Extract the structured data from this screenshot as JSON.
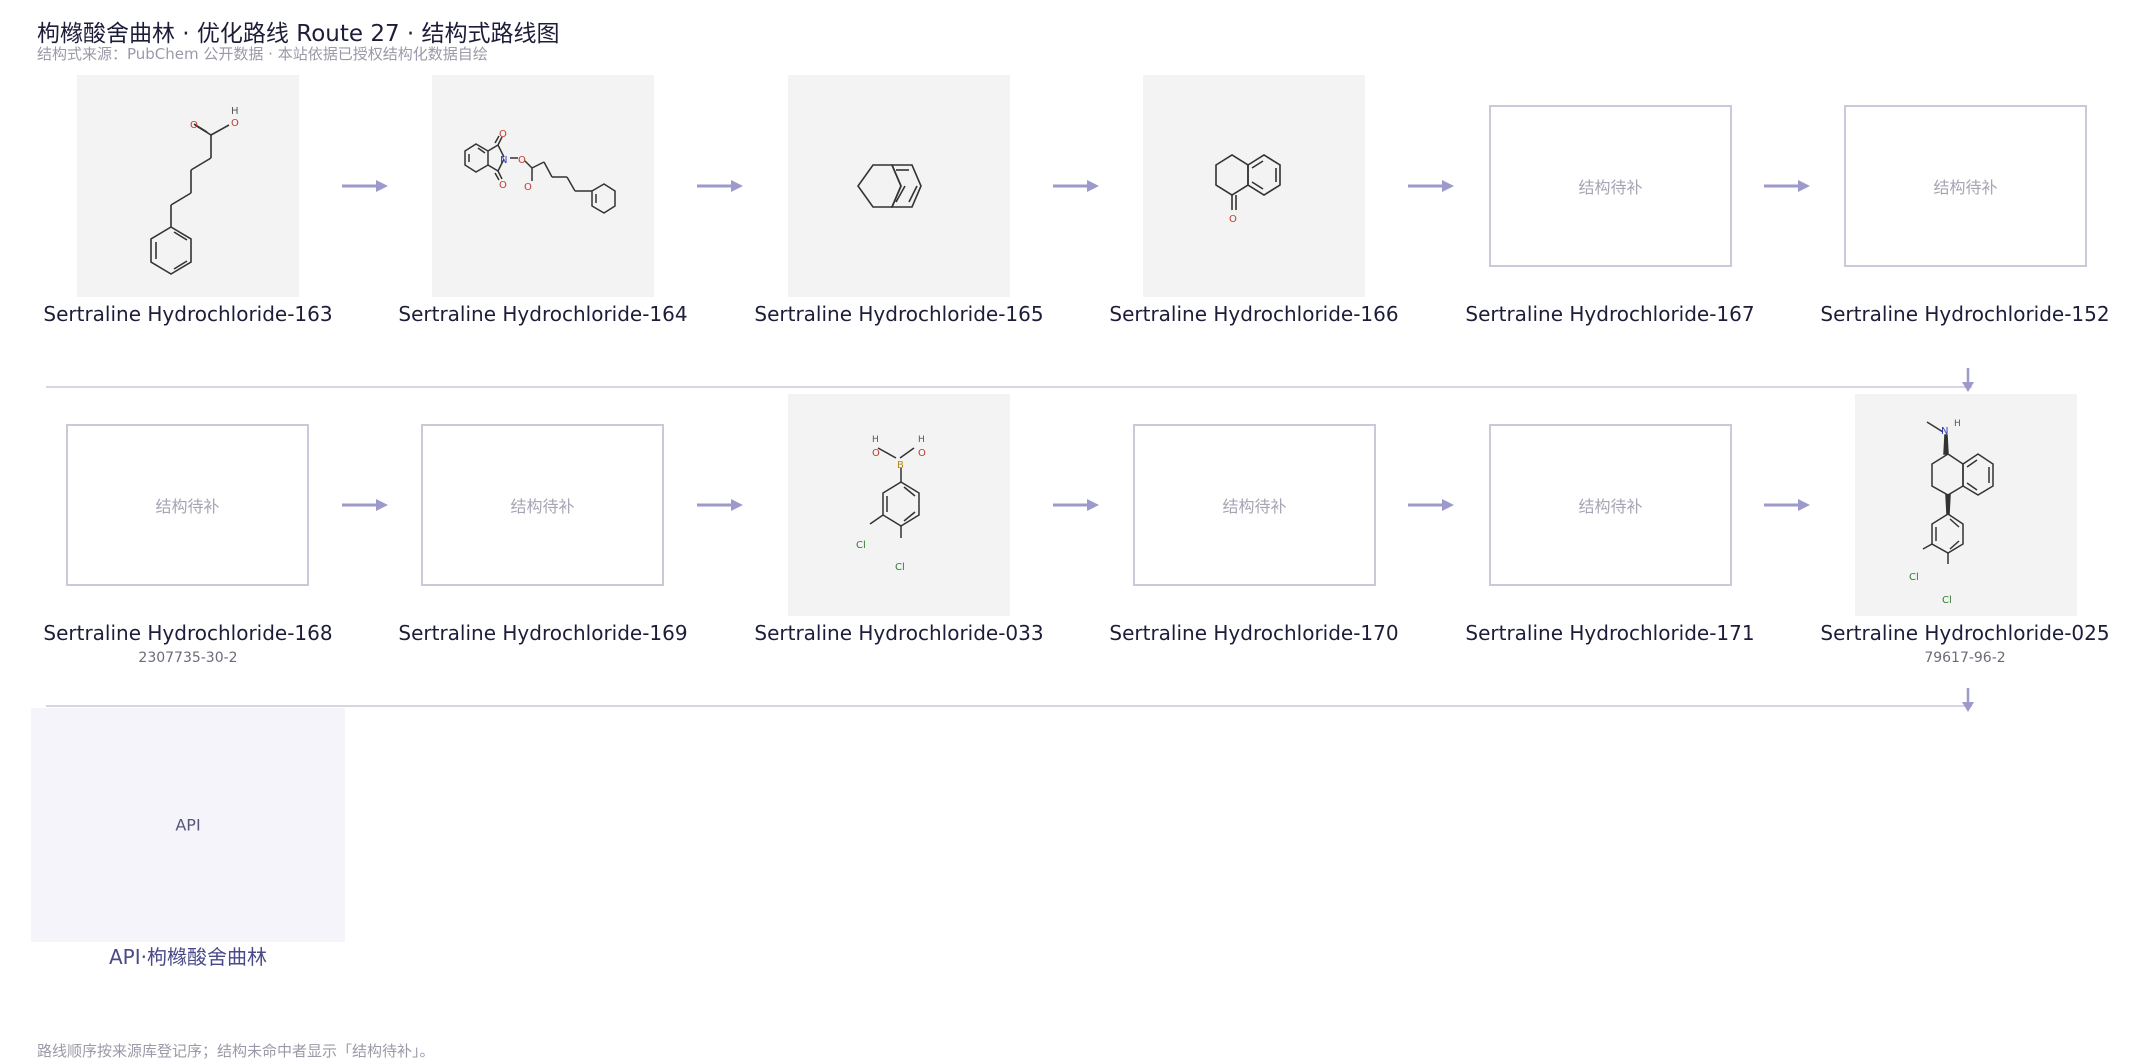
{
  "title": "枸橼酸舍曲林 · 优化路线 Route 27 · 结构式路线图",
  "subtitle": "结构式来源：PubChem 公开数据 · 本站依据已授权结构化数据自绘",
  "footer_note": "路线顺序按来源库登记序；结构未命中者显示「结构待补」。",
  "placeholder_text": "结构待补",
  "colors": {
    "arrow": "#9c9acb",
    "placeholder_border": "#c9c9d9",
    "struct_bg": "#f3f3f3",
    "api_bg": "#f5f4fb"
  },
  "steps": [
    {
      "name": "Sertraline Hydrochloride-163",
      "cas": "",
      "structure": "5-phenylpentanoic acid"
    },
    {
      "name": "Sertraline Hydrochloride-164",
      "cas": "",
      "structure": "N-(5-phenylpentanoyloxy)phthalimide"
    },
    {
      "name": "Sertraline Hydrochloride-165",
      "cas": "",
      "structure": "tetralin"
    },
    {
      "name": "Sertraline Hydrochloride-166",
      "cas": "",
      "structure": "1-tetralone"
    },
    {
      "name": "Sertraline Hydrochloride-167",
      "cas": "",
      "structure": ""
    },
    {
      "name": "Sertraline Hydrochloride-152",
      "cas": "",
      "structure": ""
    },
    {
      "name": "Sertraline Hydrochloride-168",
      "cas": "2307735-30-2",
      "structure": ""
    },
    {
      "name": "Sertraline Hydrochloride-169",
      "cas": "",
      "structure": ""
    },
    {
      "name": "Sertraline Hydrochloride-033",
      "cas": "",
      "structure": "3,4-dichlorophenylboronic acid"
    },
    {
      "name": "Sertraline Hydrochloride-170",
      "cas": "",
      "structure": ""
    },
    {
      "name": "Sertraline Hydrochloride-171",
      "cas": "",
      "structure": ""
    },
    {
      "name": "Sertraline Hydrochloride-025",
      "cas": "79617-96-2",
      "structure": "sertraline"
    }
  ],
  "api": {
    "box_text": "API",
    "label": "API·枸橼酸舍曲林"
  },
  "atom_labels": {
    "O": "O",
    "H": "H",
    "N": "N",
    "B": "B",
    "Cl": "Cl"
  }
}
